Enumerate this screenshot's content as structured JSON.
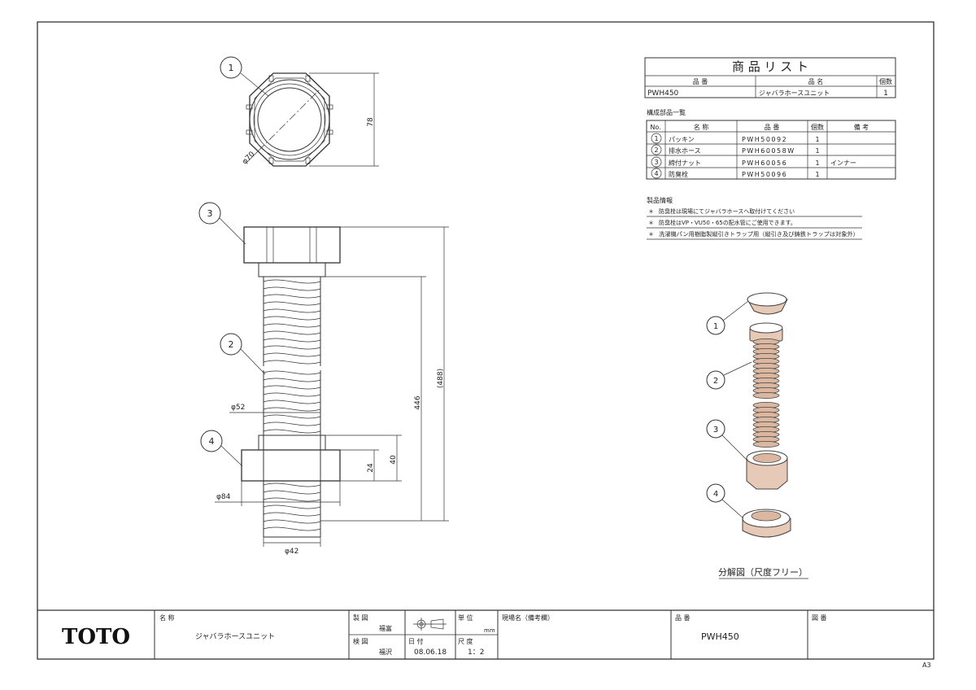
{
  "product_list": {
    "title": "商 品 リ ス ト",
    "headers": {
      "code": "品 番",
      "name": "品 名",
      "qty": "個数"
    },
    "row": {
      "code": "PWH450",
      "name": "ジャバラホースユニット",
      "qty": "1"
    }
  },
  "parts": {
    "title": "構成部品一覧",
    "headers": {
      "no": "No.",
      "name": "名 称",
      "code": "品 番",
      "qty": "個数",
      "note": "備 考"
    },
    "rows": [
      {
        "no": "1",
        "name": "パッキン",
        "code": "PWH50092",
        "qty": "1",
        "note": ""
      },
      {
        "no": "2",
        "name": "排水ホース",
        "code": "PWH60058W",
        "qty": "1",
        "note": ""
      },
      {
        "no": "3",
        "name": "締付ナット",
        "code": "PWH60056",
        "qty": "1",
        "note": "インナー"
      },
      {
        "no": "4",
        "name": "防臭栓",
        "code": "PWH50096",
        "qty": "1",
        "note": ""
      }
    ]
  },
  "info": {
    "title": "製品情報",
    "bullet": "＊",
    "items": [
      "防臭栓は現場にてジャバラホースへ取付けてください",
      "防臭栓はVP・VU50・65の配水管にご使用できます。",
      "洗濯機パン用樹脂製縦引きトラップ用（縦引き及び鋳鉄トラップは対象外）"
    ]
  },
  "dimensions": {
    "top_height": "78",
    "top_diameter": "φ70",
    "d_52": "φ52",
    "d_84": "φ84",
    "d_42": "φ42",
    "h_24": "24",
    "h_40": "40",
    "h_446": "446",
    "h_488": "(488)"
  },
  "callouts": [
    "1",
    "2",
    "3",
    "4"
  ],
  "exploded_label": "分解図（尺度フリー）",
  "title_block": {
    "logo": "TOTO",
    "name_label": "名 称",
    "name_value": "ジャバラホースユニット",
    "drawn_label": "製 図",
    "drawn_by": "福富",
    "checked_label": "検 図",
    "checked_by": "福沢",
    "unit_label": "単 位",
    "unit_value": "mm",
    "date_label": "日 付",
    "date_value": "08.06.18",
    "scale_label": "尺 度",
    "scale_value": "1：2",
    "site_label": "現場名（備考欄）",
    "code_label": "品 番",
    "code_value": "PWH450",
    "drawing_no_label": "図 番"
  },
  "sheet_size": "A3"
}
